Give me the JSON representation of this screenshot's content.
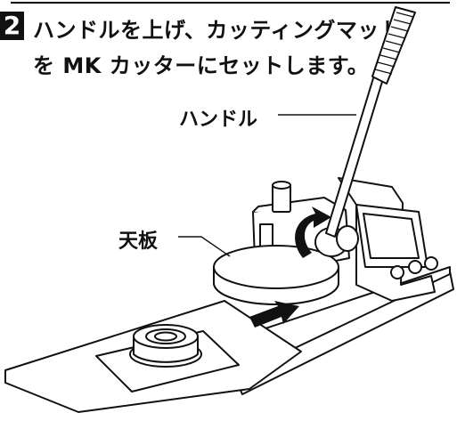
{
  "step": {
    "number": "2",
    "instruction_line1": "ハンドルを上げ、カッティングマット",
    "instruction_line2": "を MK カッターにセットします。"
  },
  "labels": {
    "handle": "ハンドル",
    "table_plate": "天板"
  },
  "colors": {
    "ink": "#111111",
    "paper": "#ffffff"
  }
}
